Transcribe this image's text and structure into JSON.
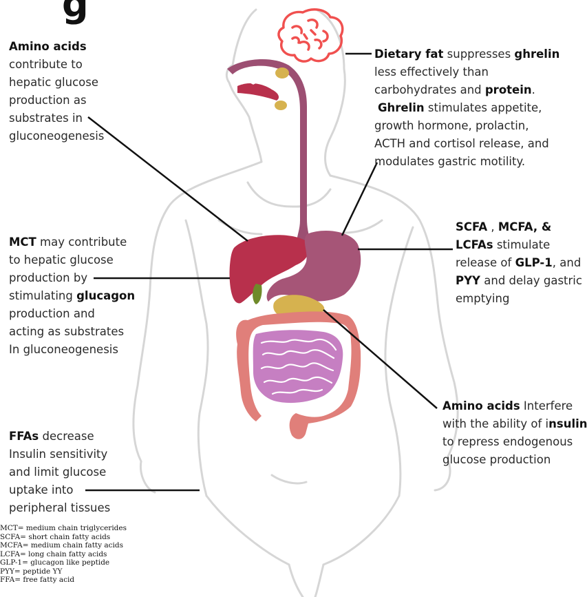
{
  "title_fragment": "g",
  "annotations": {
    "amino_top": {
      "bold": "Amino acids",
      "lines": [
        "contribute to",
        "hepatic glucose",
        "production as",
        "substrates in",
        "gluconeogenesis"
      ]
    },
    "dietary_fat": {
      "l1_bold": "Dietary fat",
      "l1_rest": " suppresses ",
      "l1_bold2": "ghrelin",
      "l2": "less effectively than",
      "l3_text": "carbohydrates and ",
      "l3_bold": "protein",
      "l3_end": ".",
      "l4_bold": "Ghrelin",
      "l4_rest": " stimulates appetite,",
      "l5": "growth hormone, prolactin,",
      "l6": "ACTH and cortisol release, and",
      "l7": "modulates gastric motility."
    },
    "mct": {
      "l1_bold": "MCT",
      "l1_rest": " may contribute",
      "l2": "to hepatic glucose",
      "l3": "production by",
      "l4_text": "stimulating ",
      "l4_bold": "glucagon",
      "l5": "production and",
      "l6": "acting as substrates",
      "l7": "In gluconeogenesis"
    },
    "scfa": {
      "l1_bold": "SCFA",
      "l1_mid": " , ",
      "l1_bold2": "MCFA, &",
      "l2_bold": "LCFAs",
      "l2_rest": " stimulate",
      "l3_text": "release of ",
      "l3_bold": "GLP-1",
      "l3_end": ", and",
      "l4_bold": "PYY",
      "l4_rest": " and delay gastric",
      "l5": "emptying"
    },
    "amino_bottom": {
      "l1_bold": "Amino acids",
      "l1_rest": " Interfere",
      "l2_text": "with the ability of i",
      "l2_bold": "nsulin",
      "l3": "to repress endogenous",
      "l4": "glucose production"
    },
    "ffa": {
      "l1_bold": "FFAs",
      "l1_rest": " decrease",
      "l2": "Insulin sensitivity",
      "l3": "and limit glucose",
      "l4": "uptake into",
      "l5": "peripheral tissues"
    }
  },
  "legend": [
    "MCT= medium chain triglycerides",
    "SCFA= short chain fatty acids",
    "MCFA= medium chain fatty acids",
    "LCFA= long chain fatty acids",
    "GLP-1= glucagon like peptide",
    "PYY= peptide YY",
    "FFA= free fatty acid"
  ],
  "colors": {
    "body_outline": "#d6d6d6",
    "brain": "#f0504f",
    "esophagus": "#9c4f72",
    "stomach": "#a65577",
    "liver": "#b8304c",
    "gallbladder": "#6f8a2a",
    "pancreas": "#d6b24f",
    "small_intestine": "#c67fc2",
    "large_intestine": "#e07f7a",
    "leader_line": "#111111"
  }
}
